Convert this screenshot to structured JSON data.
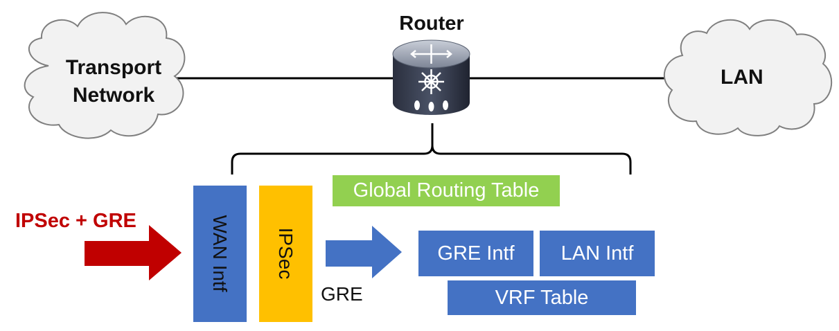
{
  "nodes": {
    "transport": "Transport Network",
    "router": "Router",
    "lan": "LAN"
  },
  "stack": {
    "wan_intf": "WAN Intf",
    "ipsec": "IPSec",
    "global_routing_table": "Global Routing Table",
    "gre_intf": "GRE Intf",
    "lan_intf": "LAN Intf",
    "vrf_table": "VRF Table"
  },
  "flow": {
    "incoming": "IPSec + GRE",
    "inner": "GRE"
  },
  "colors": {
    "blue": "#4472C4",
    "yellow": "#FFC000",
    "green": "#92D050",
    "red": "#C00000",
    "cloud_fill": "#F2F2F2",
    "cloud_stroke": "#7F7F7F"
  },
  "icons": {
    "router": "router-icon",
    "cloud": "cloud-icon"
  }
}
